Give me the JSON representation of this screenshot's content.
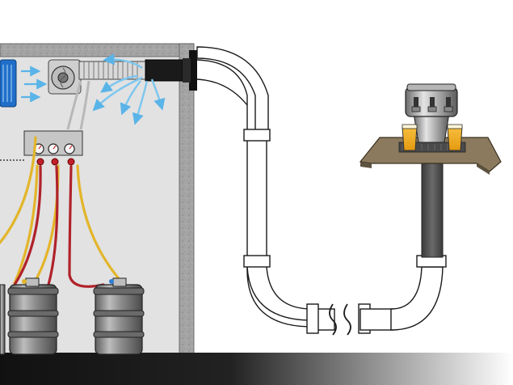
{
  "colors": {
    "background": "#ffffff",
    "cooler_wall": "#9a9a9a",
    "cooler_interior": "#e2e2e2",
    "air_flow": "#5ab4e8",
    "cold_air": "#7cc6ef",
    "gas_line": "#e3b52a",
    "beer_line": "#b0222a",
    "keg": "#8a8a8a",
    "trunk_pipe": "#ffffff",
    "tower_column": "#555555",
    "bar_top": "#8b7a5e",
    "beer": "#f2a818",
    "fan_ring": "#2e7fd6"
  },
  "icons": {
    "blower": "fan-icon",
    "gauges": "pressure-gauge-icon",
    "keg": "keg-icon",
    "glass": "beer-glass-icon",
    "break": "pipe-break-icon"
  },
  "diagram": {
    "counts": {
      "regulator_gauges": 3,
      "kegs": 2,
      "faucets": 3,
      "glasses": 2
    }
  }
}
